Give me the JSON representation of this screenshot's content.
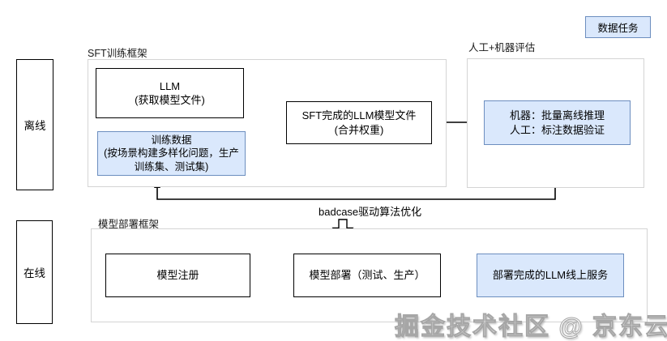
{
  "colors": {
    "node_blue_fill": "#dae8fc",
    "node_blue_border": "#6c8ebf",
    "node_border": "#000000",
    "frame_border": "#d4d4d4",
    "background": "#ffffff"
  },
  "badge": {
    "label": "数据任务"
  },
  "lanes": {
    "offline": "离线",
    "online": "在线"
  },
  "sft_section": {
    "title": "SFT训练框架",
    "llm_box": {
      "line1": "LLM",
      "line2": "(获取模型文件)"
    },
    "train_data_box": {
      "line1": "训练数据",
      "line2": "(按场景构建多样化问题，生产",
      "line3": "训练集、测试集)"
    },
    "sft_model_box": {
      "line1": "SFT完成的LLM模型文件",
      "line2": "(合并权重)"
    }
  },
  "eval_section": {
    "title": "人工+机器评估",
    "eval_box": {
      "line1": "机器：批量离线推理",
      "line2": "人工：标注数据验证"
    }
  },
  "feedback": {
    "label": "badcase驱动算法优化"
  },
  "deploy_section": {
    "title": "模型部署框架",
    "register_box": {
      "label": "模型注册"
    },
    "deploy_box": {
      "label": "模型部署（测试、生产）"
    },
    "service_box": {
      "label": "部署完成的LLM线上服务"
    }
  },
  "watermark": {
    "text": "掘金技术社区 @ 京东云开发者"
  }
}
